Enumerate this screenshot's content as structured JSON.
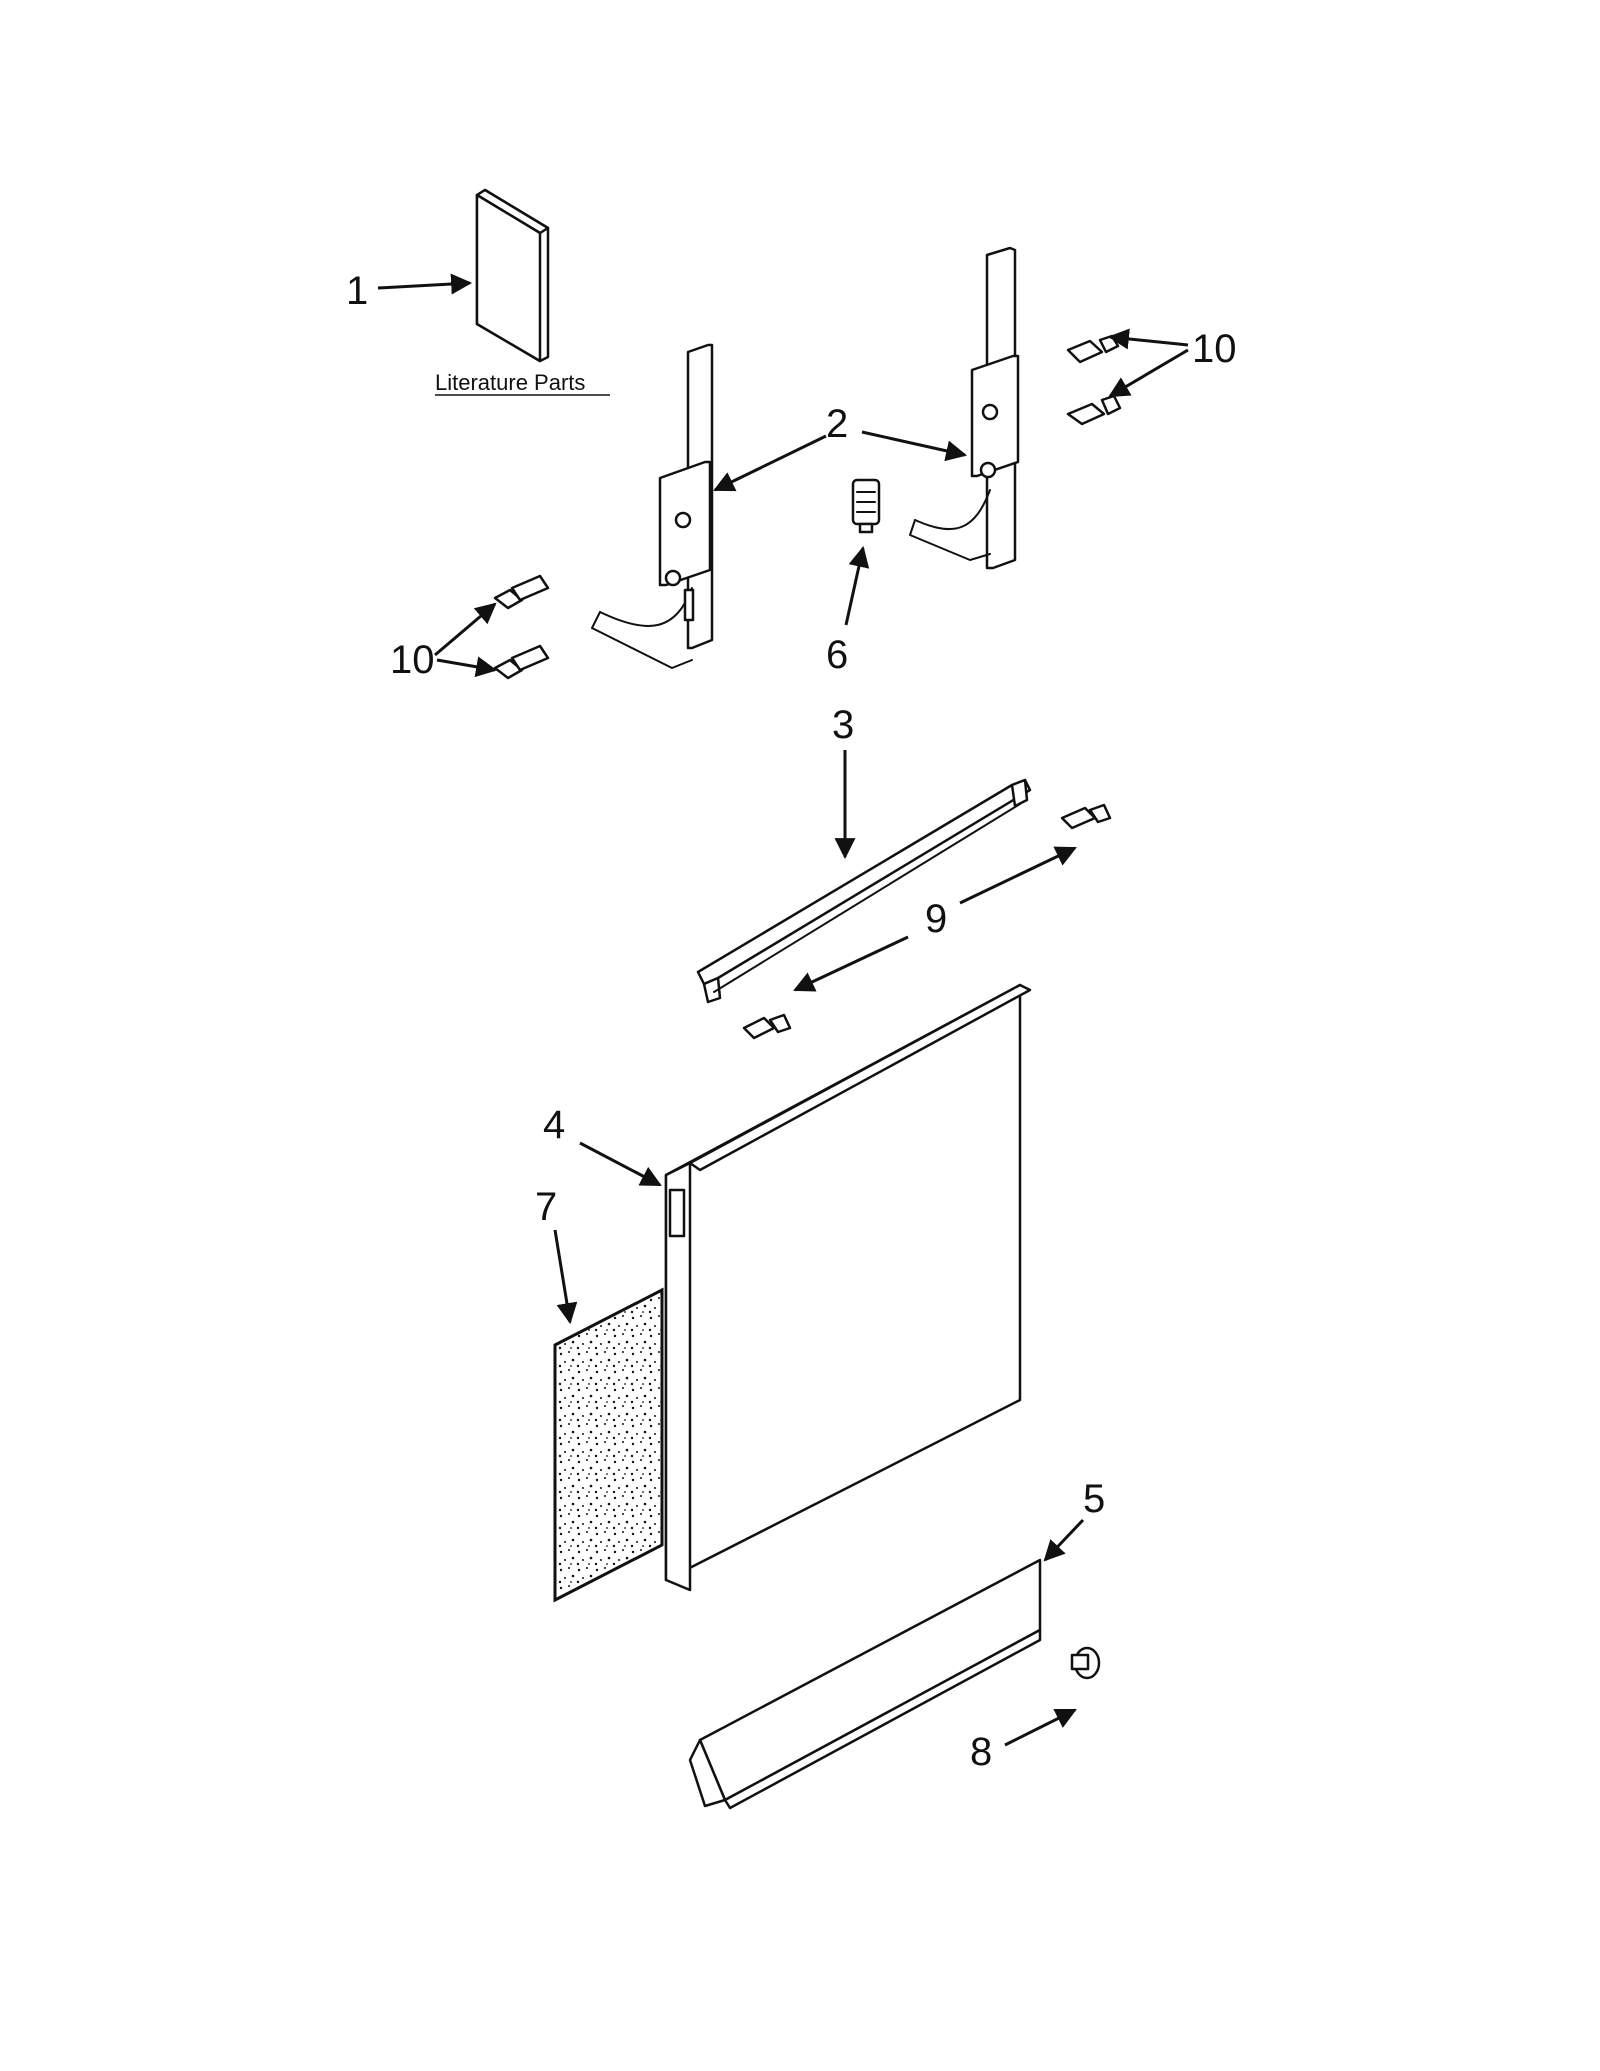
{
  "diagram": {
    "callouts": {
      "c1": "1",
      "c2": "2",
      "c3": "3",
      "c4": "4",
      "c5": "5",
      "c6": "6",
      "c7": "7",
      "c8": "8",
      "c9": "9",
      "c10_top": "10",
      "c10_bottom": "10"
    },
    "literature_caption": "Literature Parts"
  },
  "colors": {
    "line": "#111111",
    "background": "#ffffff"
  }
}
